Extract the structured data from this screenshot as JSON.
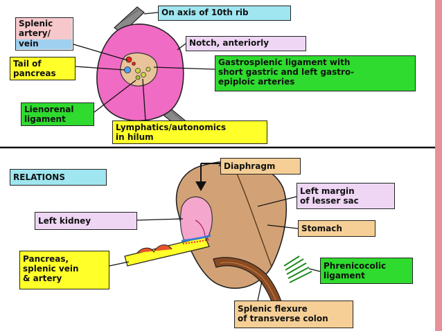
{
  "colors": {
    "cyan": "#9fe6f0",
    "pink": "#f6c8cc",
    "yellow": "#ffff2a",
    "green": "#2edb2e",
    "lavender": "#eed6f4",
    "orange": "#f5cf96",
    "sidebar": "#e7919b",
    "spleen_magenta": "#f06bc4",
    "spleen_tan": "#d2a276"
  },
  "top_panel": {
    "labels": {
      "rib_axis": "On axis of 10th rib",
      "splenic_artery_vein_line1": "Splenic\nartery/",
      "splenic_artery_vein_line2": "vein",
      "notch": "Notch, anteriorly",
      "tail_of_pancreas": "Tail of\npancreas",
      "gastrosplenic": "Gastrosplenic ligament with\nshort gastric and left gastro-\nepiploic arteries",
      "lienorenal": "Lienorenal\nligament",
      "lymphatics": "Lymphatics/autonomics\nin hilum"
    }
  },
  "bottom_panel": {
    "labels": {
      "relations": "RELATIONS",
      "diaphragm": "Diaphragm",
      "left_margin": "Left margin\nof lesser sac",
      "left_kidney": "Left  kidney",
      "stomach": "Stomach",
      "pancreas": "Pancreas,\nsplenic vein\n& artery",
      "phrenicocolic": "Phrenicocolic\nligament",
      "splenic_flexure": "Splenic flexure\nof transverse colon"
    }
  }
}
